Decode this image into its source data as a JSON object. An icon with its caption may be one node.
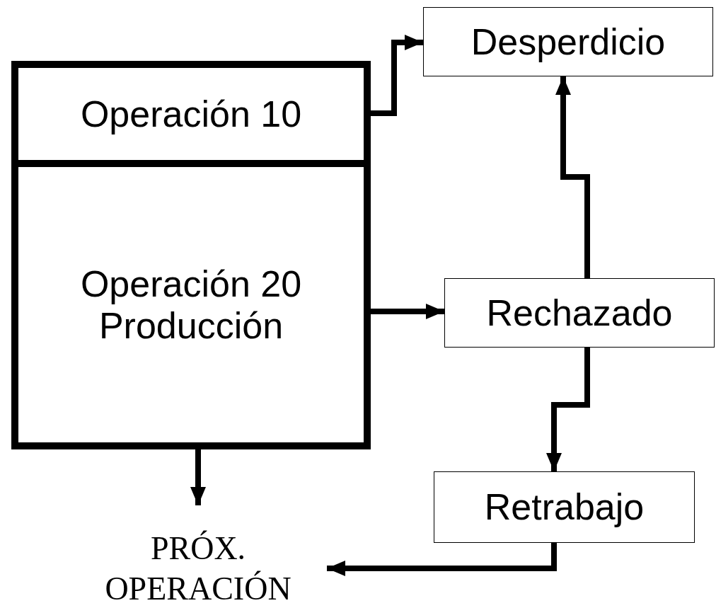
{
  "diagram": {
    "nodes": [
      {
        "text": [
          "Operación 10"
        ]
      },
      {
        "text": [
          "Operación 20 Producción"
        ]
      },
      {
        "text": [
          "Desperdicio"
        ]
      },
      {
        "text": [
          "Rechazado"
        ]
      },
      {
        "text": [
          "Retrabajo"
        ]
      },
      {
        "text": [
          "PRÓX. OPERACIÓN"
        ]
      }
    ],
    "edges": [
      {
        "from": 0,
        "to": 2,
        "arrow": "to"
      },
      {
        "from": 1,
        "to": 3,
        "arrow": "to"
      },
      {
        "from": 3,
        "to": 2,
        "arrow": "to"
      },
      {
        "from": 3,
        "to": 4,
        "arrow": "to"
      },
      {
        "from": 1,
        "to": 5,
        "arrow": "to"
      },
      {
        "from": 4,
        "to": 5,
        "arrow": "to"
      }
    ]
  }
}
